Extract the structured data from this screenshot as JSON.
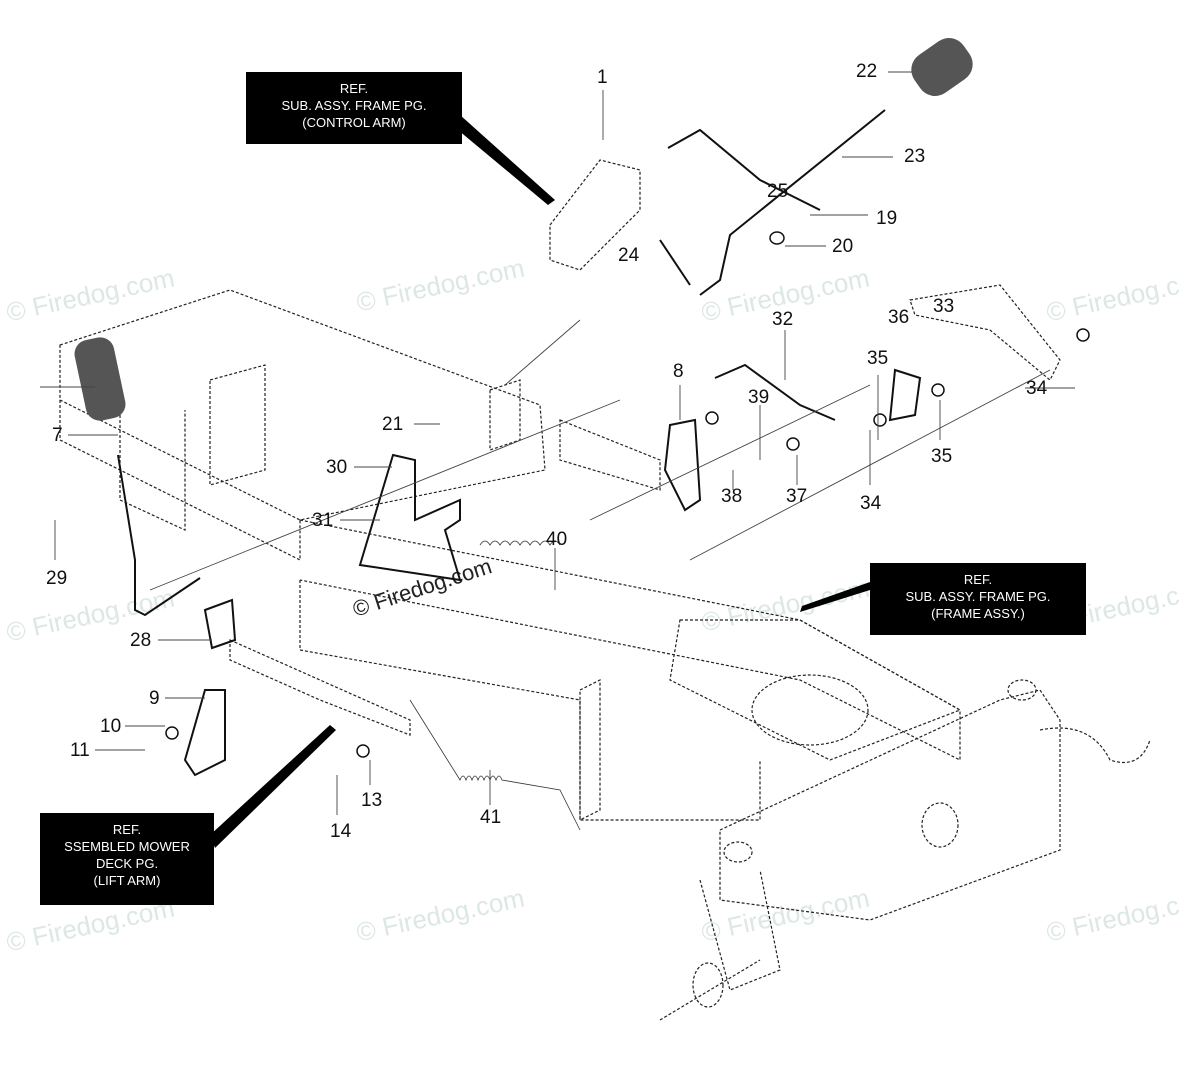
{
  "diagram": {
    "type": "exploded parts diagram",
    "watermark_text": "© Firedog.com",
    "callouts": [
      {
        "id": "control-arm",
        "lines": [
          "REF.",
          "SUB. ASSY. FRAME PG.",
          "(CONTROL ARM)"
        ]
      },
      {
        "id": "frame-assy",
        "lines": [
          "REF.",
          "SUB. ASSY. FRAME PG.",
          "(FRAME ASSY.)"
        ]
      },
      {
        "id": "lift-arm",
        "lines": [
          "REF.",
          "SSEMBLED MOWER",
          "DECK PG.",
          "(LIFT ARM)"
        ]
      }
    ],
    "part_numbers": [
      "1",
      "22",
      "23",
      "25",
      "19",
      "24",
      "20",
      "32",
      "36",
      "33",
      "35",
      "34",
      "8",
      "39",
      "21",
      "30",
      "38",
      "37",
      "35",
      "34",
      "7",
      "31",
      "40",
      "29",
      "28",
      "9",
      "10",
      "11",
      "13",
      "14",
      "41"
    ],
    "colors": {
      "callout_bg": "#000000",
      "callout_text": "#ffffff",
      "line": "#222222",
      "watermark": "#dde8e2"
    }
  }
}
